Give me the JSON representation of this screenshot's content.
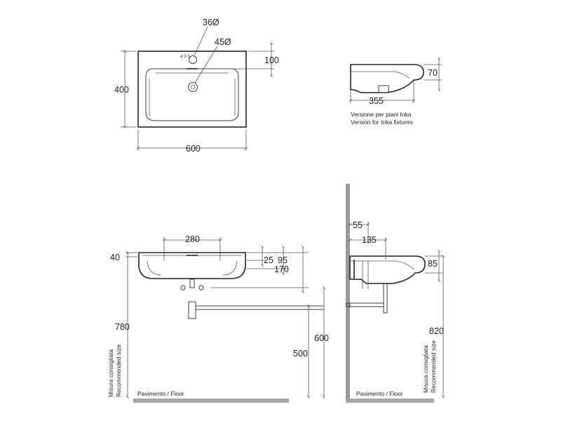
{
  "top_view": {
    "width": "600",
    "depth": "400",
    "tap_hole": "36Ø",
    "drain_hole": "45Ø",
    "tap_offset": "100",
    "tap_marks": "ø 3 5"
  },
  "side_view_inka": {
    "length": "355",
    "height": "70",
    "caption_it": "Versione per piani Inka",
    "caption_en": "Version for Inka fixtures"
  },
  "front_view": {
    "drain_spacing": "280",
    "rim_depth": "40",
    "dim_25": "25",
    "dim_95": "95",
    "dim_170": "170",
    "height_780": "780",
    "height_600": "600",
    "height_500": "500",
    "recommended_it": "Misura consigliata",
    "recommended_en": "Recommended size",
    "floor_label": "Pavimento / Floor"
  },
  "wall_view": {
    "dim_55": "55",
    "dim_135": "135",
    "dim_85": "85",
    "height_820": "820",
    "recommended_it": "Misura consigliata",
    "recommended_en": "Recommended size",
    "floor_label": "Pavimento / Floor"
  },
  "colors": {
    "line": "#3a3a3a",
    "wall_hatch": "#9a9a9a",
    "floor": "#a6a6a6"
  }
}
